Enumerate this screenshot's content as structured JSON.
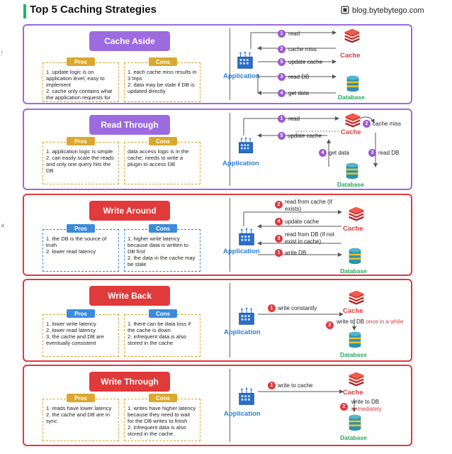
{
  "header": {
    "title": "Top 5 Caching Strategies",
    "site": "blog.bytebytego.com"
  },
  "labels": {
    "pros": "Pros",
    "cons": "Cons",
    "application": "Application",
    "cache": "Cache",
    "database": "Database"
  },
  "colors": {
    "purple": "#9b6ae0",
    "red": "#e0393c",
    "pros_gold": "#d9a82e",
    "pros_blue": "#3c8bdb",
    "app_blue": "#2a7fd4",
    "db_green": "#21a85a"
  },
  "strategies": [
    {
      "name": "Cache Aside",
      "pros": [
        "1. update logic is on application level, easy to implement",
        "2. cache only contains what the application requests for"
      ],
      "cons": [
        "1. each cache miss results in 3 trips",
        "2. data may be stale if DB is updated directly"
      ],
      "steps": [
        "read",
        "cache miss",
        "update cache",
        "read DB",
        "get data"
      ]
    },
    {
      "name": "Read Through",
      "pros": [
        "1. application logic is simple",
        "2. can easily scale the reads and only one query hits the DB"
      ],
      "cons": [
        "data access logic is in the cache, needs to write a plugin to access DB"
      ],
      "steps": [
        "read",
        "cache miss",
        "read DB",
        "get data",
        "update cache"
      ]
    },
    {
      "name": "Write Around",
      "pros": [
        "1. the DB is the source of truth",
        "2. lower read latency"
      ],
      "cons": [
        "1. higher write latency because data is written to DB first",
        "2. the data in the cache may be stale"
      ],
      "steps": [
        "write DB",
        "read from cache (if exists)",
        "read from DB (if not exist in cache)",
        "update cache"
      ]
    },
    {
      "name": "Write Back",
      "pros": [
        "1. lower write latency",
        "2. lower read latency",
        "3. the cache and DB are eventually consistent"
      ],
      "cons": [
        "1. there can be data loss if the cache is down",
        "2. infrequent data is also stored in the cache"
      ],
      "steps": [
        "write constantly",
        "write to DB",
        "once in a while"
      ]
    },
    {
      "name": "Write Through",
      "pros": [
        "1. reads have lower latency",
        "2. the cache and DB are in sync"
      ],
      "cons": [
        "1. writes have higher latency because they need to wait for the DB writes to finish",
        "2. infrequent data is also stored in the cache"
      ],
      "steps": [
        "write to cache",
        "write to DB",
        "immediately"
      ]
    }
  ]
}
